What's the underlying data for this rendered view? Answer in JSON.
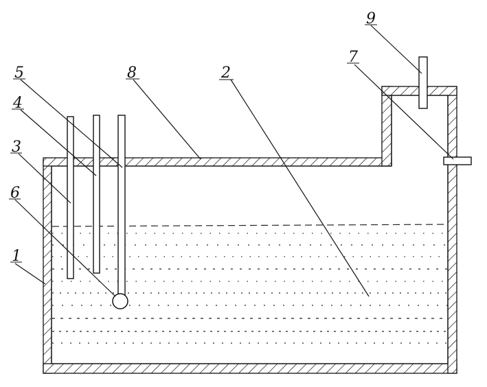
{
  "figure": {
    "labels": [
      "1",
      "2",
      "3",
      "4",
      "5",
      "6",
      "7",
      "8",
      "9"
    ]
  }
}
